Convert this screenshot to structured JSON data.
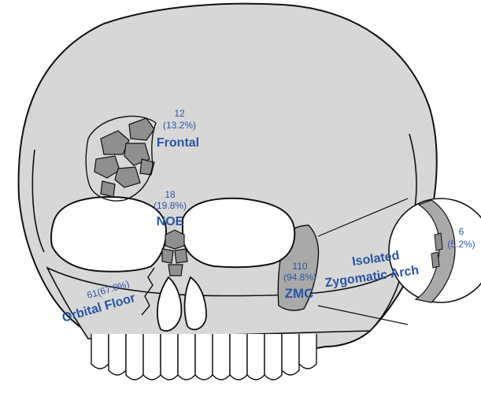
{
  "colors": {
    "skull_fill": "#d7d7d7",
    "outline": "#111111",
    "highlight_fill": "#a9a9a9",
    "fragment_fill": "#8f8f8f",
    "label_blue": "#2a56a4",
    "background": "#ffffff"
  },
  "regions": {
    "frontal": {
      "count": "12",
      "percent": "(13.2%)",
      "label": "Frontal"
    },
    "noe": {
      "count": "18",
      "percent": "(19.8%)",
      "label": "NOE"
    },
    "zmc": {
      "count": "110",
      "percent": "(94.8%)",
      "label": "ZMC"
    },
    "orbital_floor": {
      "count_percent": "61(67.0%)",
      "label": "Orbital Floor"
    },
    "zygomatic_arch": {
      "count": "6",
      "percent": "(5.2%)",
      "label_line1": "Isolated",
      "label_line2": "Zygomatic Arch"
    }
  }
}
